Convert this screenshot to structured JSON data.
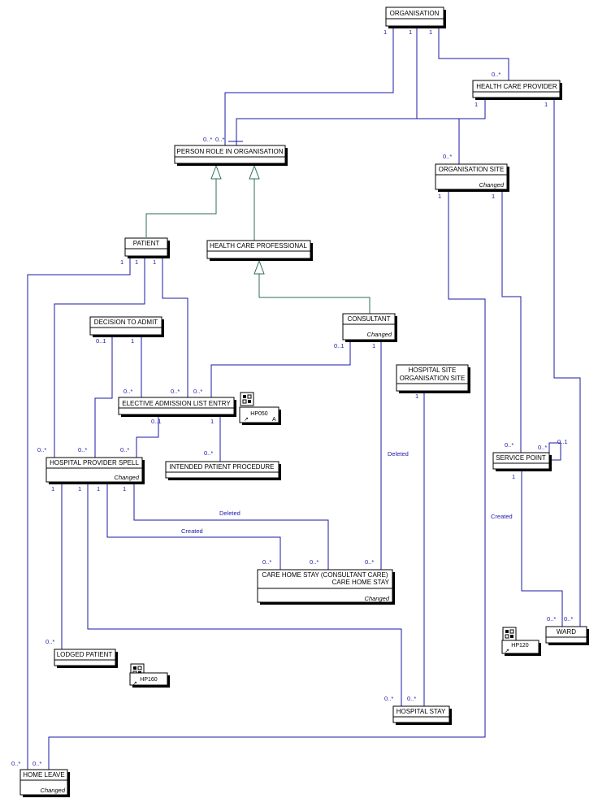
{
  "entities": {
    "organisation": "ORGANISATION",
    "health_care_provider": "HEALTH CARE PROVIDER",
    "person_role": "PERSON ROLE IN ORGANISATION",
    "organisation_site": "ORGANISATION SITE",
    "organisation_site_note": "Changed",
    "patient": "PATIENT",
    "health_care_professional": "HEALTH CARE PROFESSIONAL",
    "consultant": "CONSULTANT",
    "consultant_note": "Changed",
    "decision_to_admit": "DECISION TO ADMIT",
    "hospital_site_line1": "HOSPITAL SITE",
    "hospital_site_line2": "ORGANISATION SITE",
    "elective_admission": "ELECTIVE ADMISSION LIST ENTRY",
    "service_point": "SERVICE POINT",
    "hospital_provider_spell": "HOSPITAL PROVIDER SPELL",
    "hospital_provider_spell_note": "Changed",
    "intended_procedure": "INTENDED PATIENT PROCEDURE",
    "care_home_stay_line1": "CARE HOME STAY (CONSULTANT CARE)",
    "care_home_stay_line2": "CARE HOME STAY",
    "care_home_stay_note": "Changed",
    "ward": "WARD",
    "lodged_patient": "LODGED PATIENT",
    "hospital_stay": "HOSPITAL STAY",
    "home_leave": "HOME LEAVE",
    "home_leave_note": "Changed"
  },
  "diagram_refs": {
    "hp050": "HP050",
    "hp120": "HP120",
    "hp160": "HP160",
    "marker": "A"
  },
  "relationship_labels": {
    "deleted_1": "Deleted",
    "deleted_2": "Deleted",
    "created_1": "Created",
    "created_2": "Created"
  },
  "multiplicities": {
    "one": "1",
    "many": "0..*",
    "optional": "0..1"
  },
  "colors": {
    "association_line": "#1a1aa8",
    "generalization_line": "#2e6e5a"
  }
}
